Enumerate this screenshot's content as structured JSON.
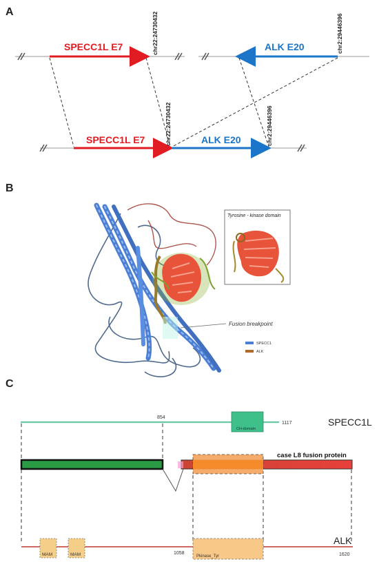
{
  "panels": {
    "a": "A",
    "b": "B",
    "c": "C"
  },
  "panel_a": {
    "specc1l_label": "SPECC1L  E7",
    "alk_label": "ALK  E20",
    "chr22_coord": "chr22:24730432",
    "chr2_coord": "chr2:29446396",
    "fusion_specc1l_label": "SPECC1L  E7",
    "fusion_alk_label": "ALK  E20",
    "fusion_chr22_coord": "chr22:24730432",
    "fusion_chr2_coord": "chr2:29446396",
    "colors": {
      "specc1l": "#e11b22",
      "alk": "#1b75c8"
    }
  },
  "panel_b": {
    "inset_title": "Tyrosine - kinase domain",
    "breakpoint_label": "Fusion breakpoint",
    "legend": [
      {
        "label": "SPECC1",
        "color": "#4a7fd4"
      },
      {
        "label": "ALK",
        "color": "#b06a2a"
      }
    ]
  },
  "panel_c": {
    "specc1l_name": "SPECC1L",
    "specc1l_pos_854": "854",
    "specc1l_pos_1117": "1117",
    "ch_domain": "CH-domain",
    "fusion_label": "case L8 fusion protein",
    "alk_name": "ALK",
    "mam1": "MAM",
    "mam2": "MAM",
    "alk_pos_1058": "1058",
    "alk_pos_1620": "1620",
    "pkinase": "Pkinase_Tyr",
    "colors": {
      "specc1l_line": "#2eaa6e",
      "fusion_green": "#2b9a44",
      "fusion_red": "#e8403a",
      "kinase": "#f2b05a",
      "alk_line": "#c0392b"
    }
  }
}
